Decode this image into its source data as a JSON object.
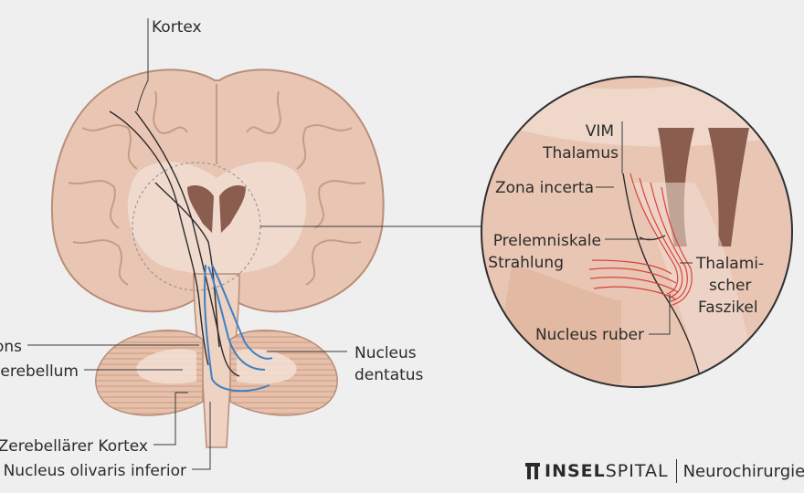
{
  "labels": {
    "kortex": "Kortex",
    "pons": "Pons",
    "cerebellum": "Cerebellum",
    "zerebellarer_kortex": "Zerebellärer Kortex",
    "nucleus_olivaris": "Nucleus olivaris inferior",
    "nucleus_dentatus_1": "Nucleus",
    "nucleus_dentatus_2": "dentatus",
    "vim_1": "VIM",
    "vim_2": "Thalamus",
    "zona_incerta": "Zona incerta",
    "prelemniskale_1": "Prelemniskale",
    "prelemniskale_2": "Strahlung",
    "thalamischer_1": "Thalami-",
    "thalamischer_2": "scher",
    "thalamischer_3": "Faszikel",
    "nucleus_ruber": "Nucleus ruber"
  },
  "logo": {
    "brand_bold": "INSEL",
    "brand_regular": "SPITAL",
    "department": "Neurochirurgie"
  },
  "colors": {
    "background": "#efefef",
    "brain_tissue": "#e9c6b3",
    "brain_outline": "#b88e78",
    "white_matter": "#f1dfd4",
    "blue_pathway": "#3f7fc4",
    "red_fibers": "#d9423a"
  }
}
